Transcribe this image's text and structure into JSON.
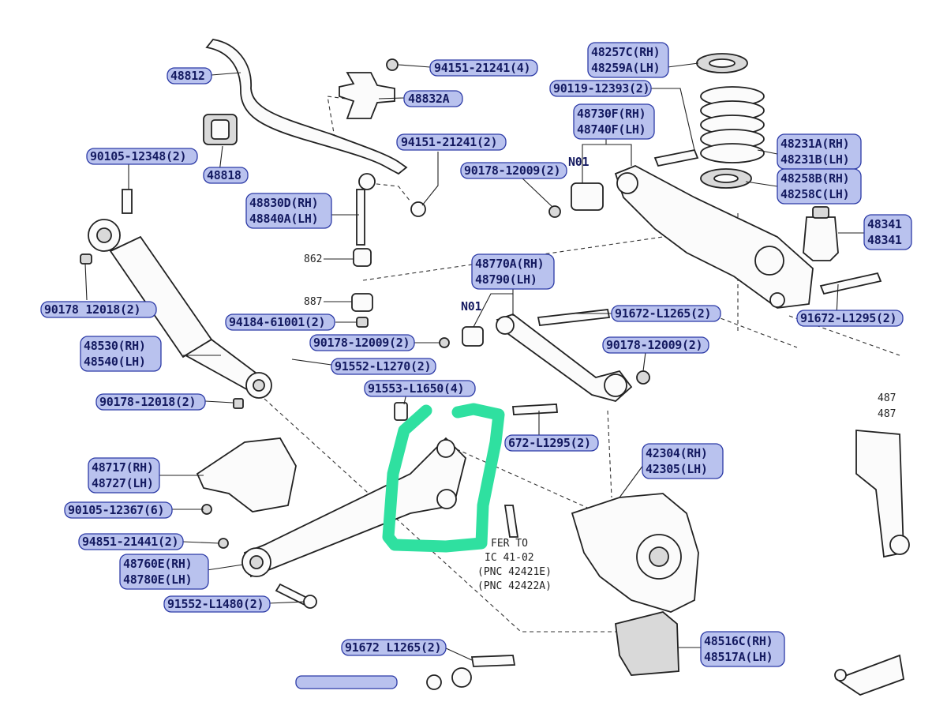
{
  "labels": {
    "l48812": "48812",
    "l94151a": "94151-21241(4)",
    "l48832a": "48832A",
    "l94151b": "94151-21241(2)",
    "l90105_12348": "90105-12348(2)",
    "l48818": "48818",
    "l48830d": "48830D(RH)",
    "l48840a": "48840A(LH)",
    "l48257c": "48257C(RH)",
    "l48259a": "48259A(LH)",
    "l90119": "90119-12393(2)",
    "l48730f": "48730F(RH)",
    "l48740f": "48740F(LH)",
    "l90178_12009a": "90178-12009(2)",
    "n01a": "N01",
    "l48231a": "48231A(RH)",
    "l48231b": "48231B(LH)",
    "l48258b": "48258B(RH)",
    "l48258c": "48258C(LH)",
    "l48341a": "48341",
    "l48341b": "48341",
    "l862": "862",
    "l887": "887",
    "l90178_12018a": "90178 12018(2)",
    "l48770a": "48770A(RH)",
    "l48790": "48790(LH)",
    "n01b": "N01",
    "l94184": "94184-61001(2)",
    "l91672_l1265a": "91672-L1265(2)",
    "l91672_l1295a": "91672-L1295(2)",
    "l90178_12009b": "90178-12009(2)",
    "l90178_12009c": "90178-12009(2)",
    "l48530": "48530(RH)",
    "l48540": "48540(LH)",
    "l91552_l1270": "91552-L1270(2)",
    "l91553_l1650": "91553-L1650(4)",
    "l90178_12018b": "90178-12018(2)",
    "l672_l1295": "672-L1295(2)",
    "l48717": "48717(RH)",
    "l48727": "48727(LH)",
    "l42304": "42304(RH)",
    "l42305": "42305(LH)",
    "l90105_12367": "90105-12367(6)",
    "l94851": "94851-21441(2)",
    "l48760e": "48760E(RH)",
    "l48780e": "48780E(LH)",
    "l91552_l1480": "91552-L1480(2)",
    "l91672_l1265b": "91672 L1265(2)",
    "l48516c": "48516C(RH)",
    "l48517a": "48517A(LH)",
    "l487a": "487",
    "l487b": "487",
    "ref1": "FER TO",
    "ref2": "IC 41-02",
    "ref3": "(PNC 42421E)",
    "ref4": "(PNC 42422A)"
  },
  "colors": {
    "tag_fill": "#b9c2ee",
    "tag_stroke": "#2c3aa6",
    "text": "#141a60",
    "highlight": "#2fe0a0"
  }
}
